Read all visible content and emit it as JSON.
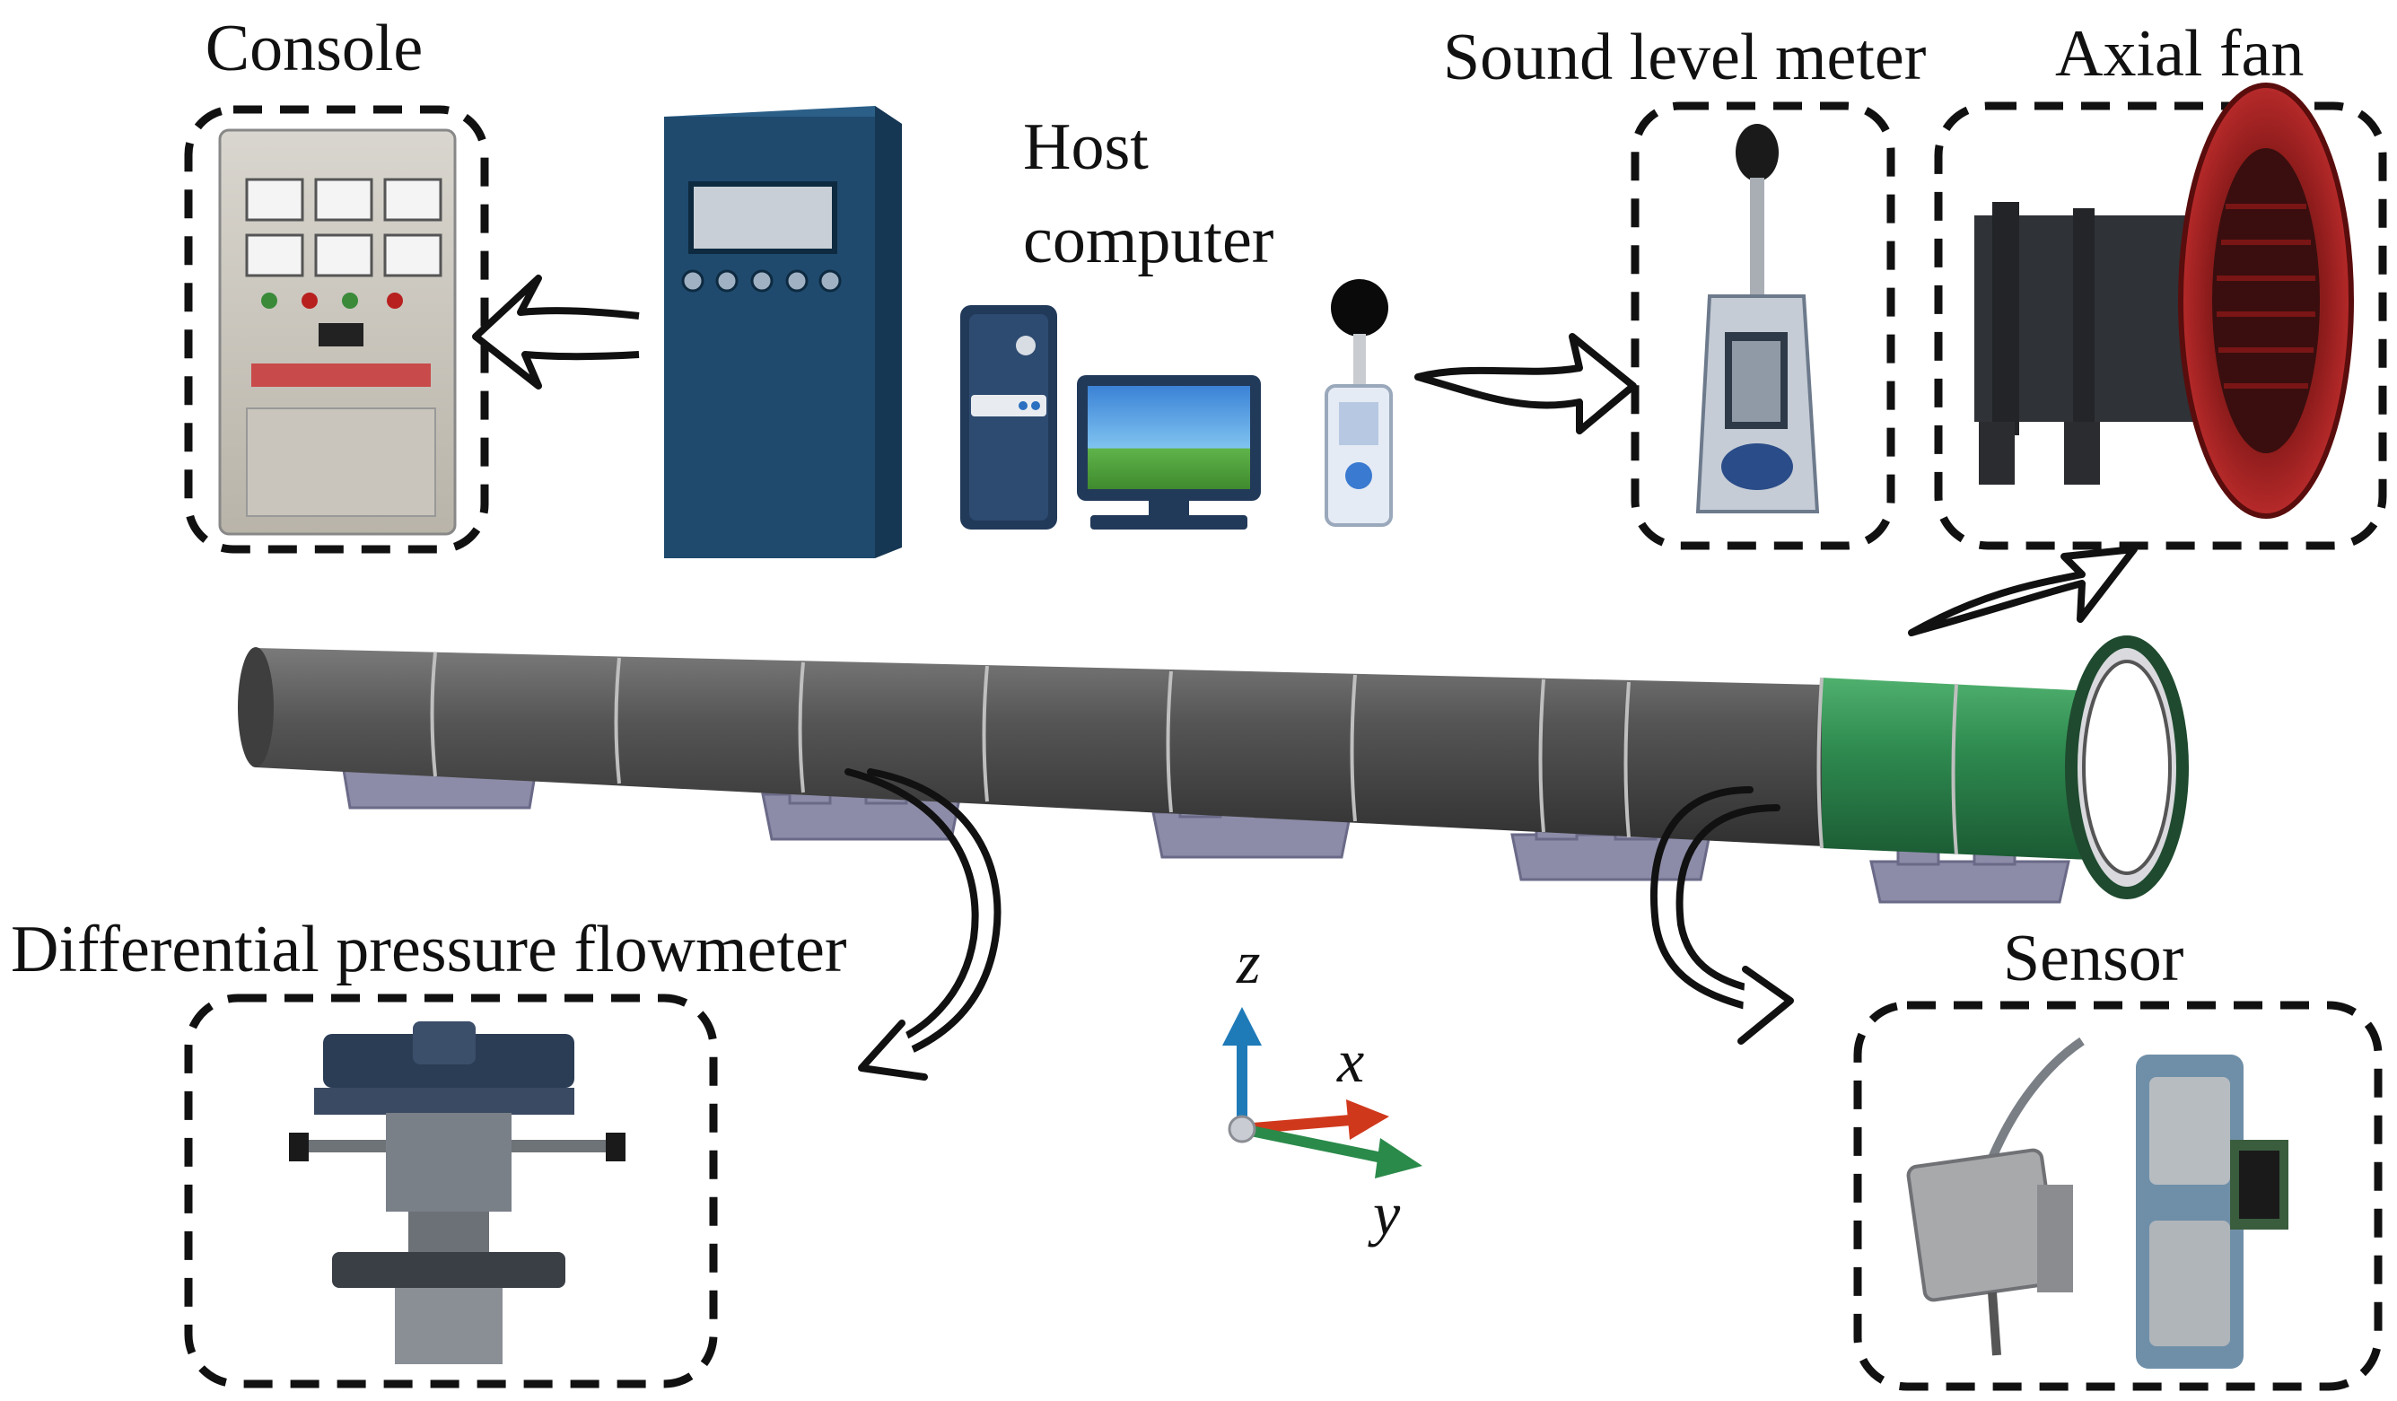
{
  "labels": {
    "console": "Console",
    "host_computer_line1": "Host",
    "host_computer_line2": "computer",
    "sound_level_meter": "Sound level meter",
    "axial_fan": "Axial fan",
    "differential_pressure_flowmeter": "Differential pressure flowmeter",
    "sensor": "Sensor"
  },
  "axes": {
    "z": "z",
    "x": "x",
    "y": "y"
  },
  "colors": {
    "pipe": "#4a4a4a",
    "pipe_highlight": "#6a6a6a",
    "pipe_green_section": "#2e8a4f",
    "support": "#8c8ca8",
    "cabinet": "#1f4a6e",
    "axis_z": "#1f7ab8",
    "axis_x": "#d0381c",
    "axis_y": "#2a8a4a",
    "fan_red": "#a31e1e",
    "dash_border": "#111111"
  },
  "icons": [
    "console-photo",
    "control-cabinet-icon",
    "pc-tower-icon",
    "monitor-icon",
    "sound-probe-icon",
    "sound-level-meter-photo",
    "axial-fan-photo",
    "flowmeter-photo",
    "sensor-photo",
    "pipe-illustration",
    "coordinate-axes-icon"
  ]
}
